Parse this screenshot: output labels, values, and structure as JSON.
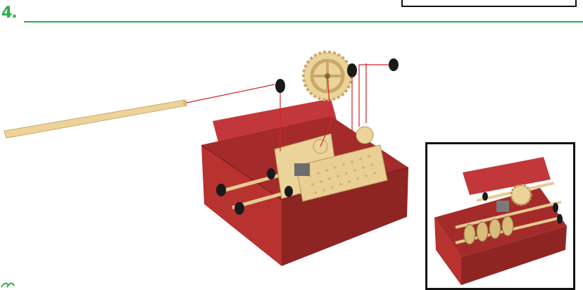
{
  "step": {
    "number": "4."
  },
  "colors": {
    "accent_green": "#2fae4e",
    "box_red": "#b8322f",
    "box_red_dark": "#8f2523",
    "part_tan": "#ecd39a",
    "part_tan_dark": "#c9a96a",
    "connector_black": "#1a1a1a",
    "guide_line_red": "#d2232a"
  },
  "parts": {
    "axle": "long-axle-rod",
    "gear": "crown-gear",
    "bushings": [
      "bushing-left",
      "bushing-middle",
      "bushing-right"
    ],
    "assembly": "red-box-assembly"
  },
  "inset": {
    "content": "completed-assembly-view"
  }
}
